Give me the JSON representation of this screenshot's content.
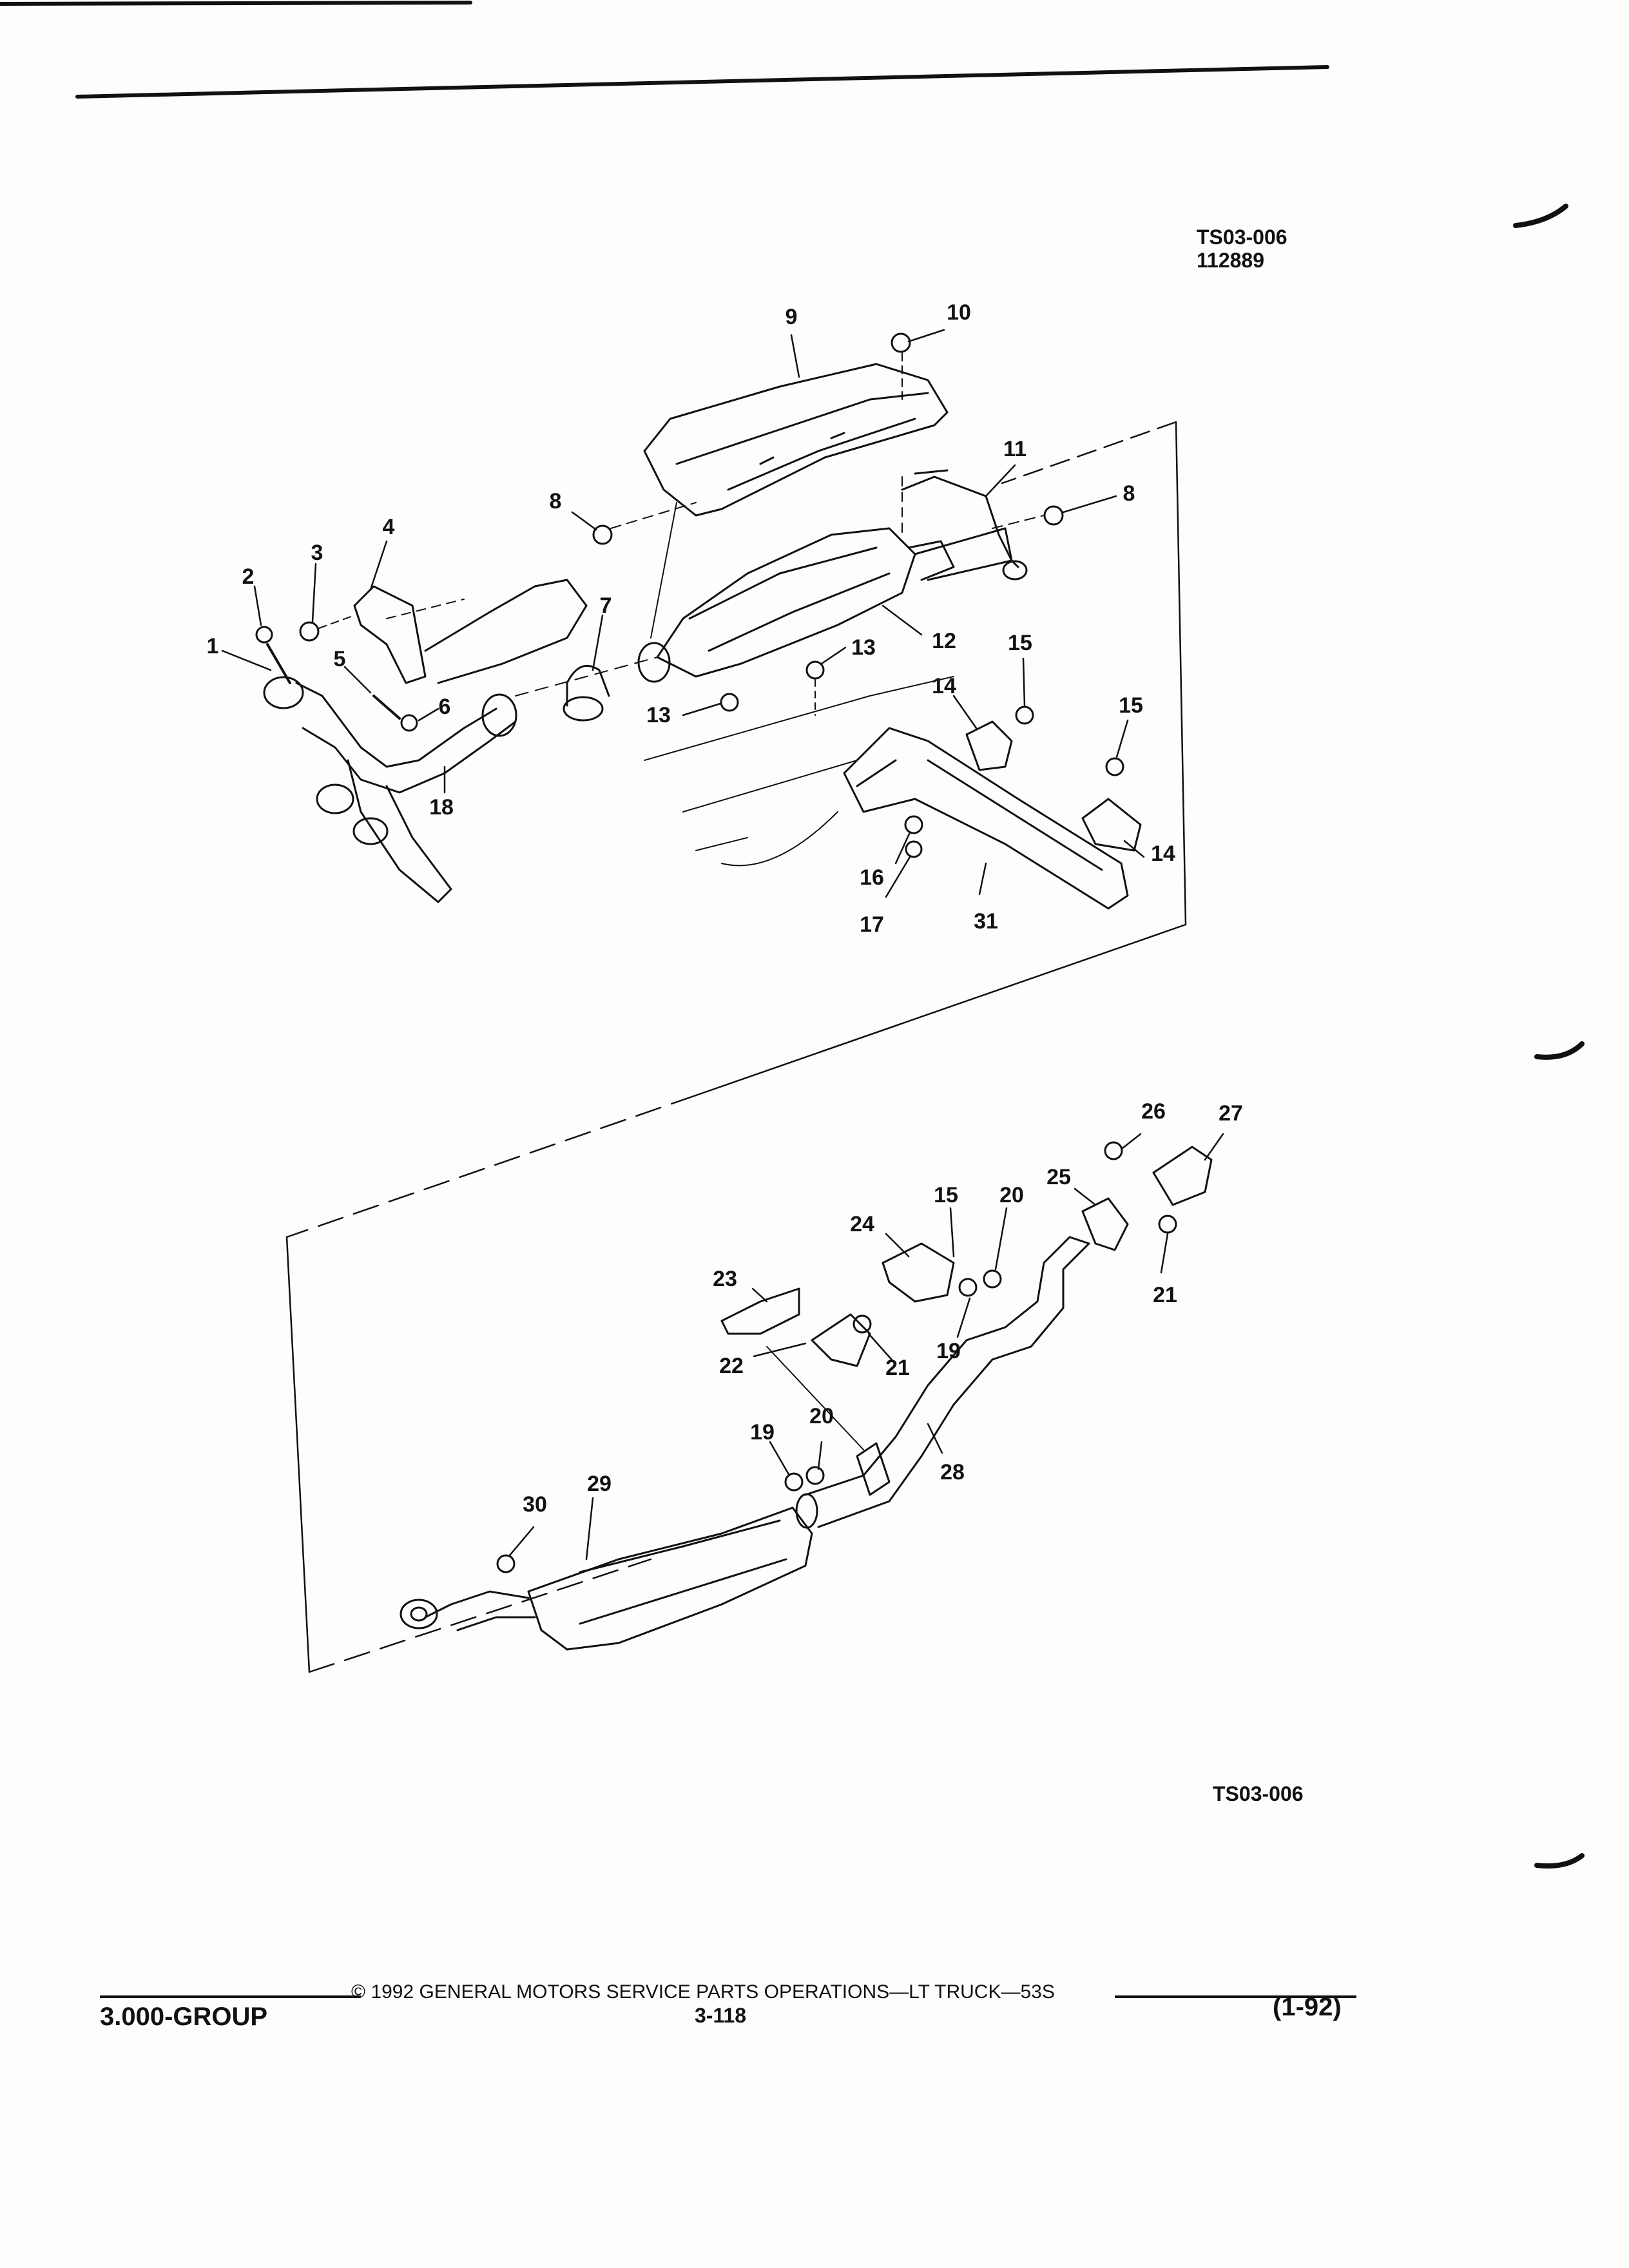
{
  "header": {
    "ref_code": "TS03-006",
    "ref_number": "112889"
  },
  "callouts": {
    "c1": "1",
    "c2": "2",
    "c3": "3",
    "c4": "4",
    "c5": "5",
    "c6": "6",
    "c7": "7",
    "c8a": "8",
    "c8b": "8",
    "c9": "9",
    "c10": "10",
    "c11": "11",
    "c12": "12",
    "c13a": "13",
    "c13b": "13",
    "c14a": "14",
    "c14b": "14",
    "c15a": "15",
    "c15b": "15",
    "c15c": "15",
    "c16": "16",
    "c17": "17",
    "c18": "18",
    "c19a": "19",
    "c19b": "19",
    "c20a": "20",
    "c20b": "20",
    "c21a": "21",
    "c21b": "21",
    "c22": "22",
    "c23": "23",
    "c24": "24",
    "c25": "25",
    "c26": "26",
    "c27": "27",
    "c28": "28",
    "c29": "29",
    "c30": "30",
    "c31": "31"
  },
  "figure_code": "TS03-006",
  "footer": {
    "copyright": "©  1992  GENERAL MOTORS SERVICE PARTS OPERATIONS—LT TRUCK—53S",
    "group": "3.000-GROUP",
    "page": "3-118",
    "date_code": "(1-92)"
  }
}
